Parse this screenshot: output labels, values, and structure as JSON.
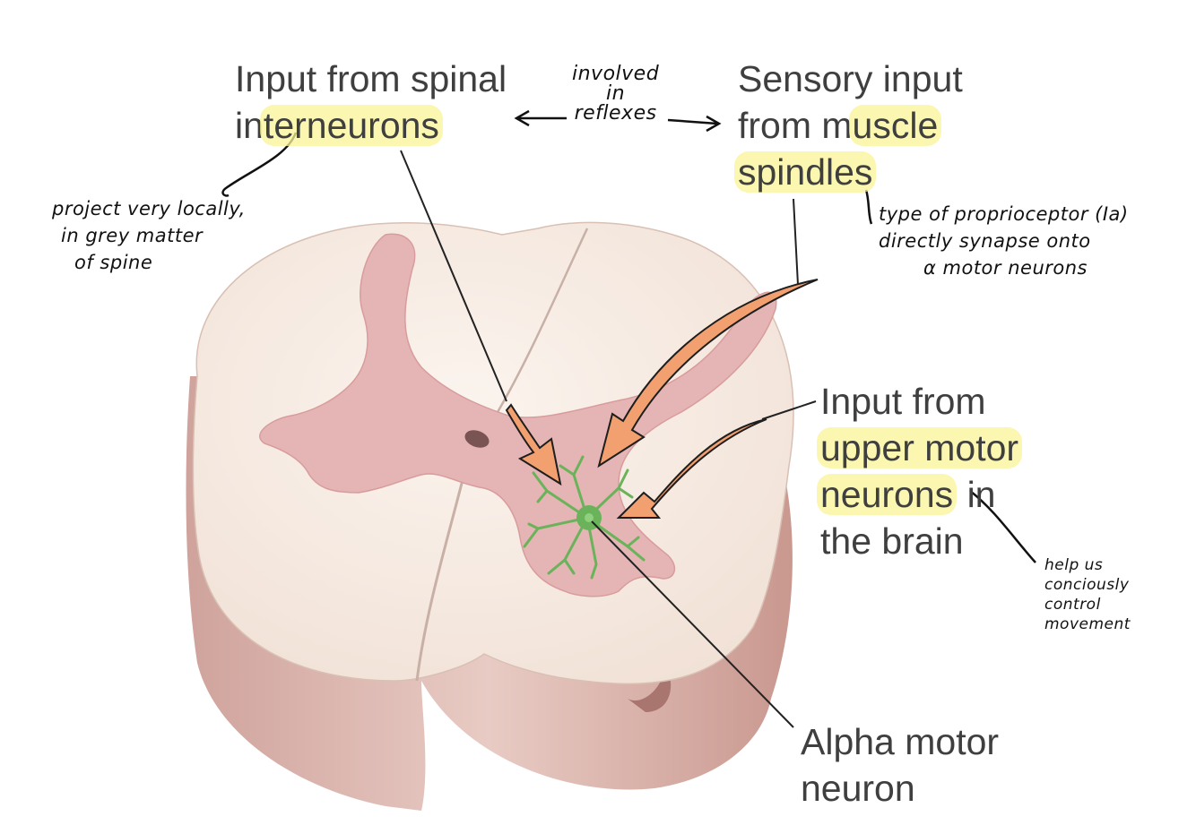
{
  "labels": {
    "interneurons": {
      "line1": "Input from spinal",
      "line2_pre": "in",
      "line2_hl": "terneurons",
      "line2_post": ""
    },
    "spindles": {
      "line1": "Sensory input",
      "line2_pre": "from m",
      "line2_hl": "uscle",
      "line3_hl": "spindles"
    },
    "upper_motor": {
      "line1": "Input from",
      "line2_hl": "upper motor",
      "line3_hl": "neurons",
      "line3_post": " in",
      "line4": "the brain"
    },
    "alpha": {
      "line1": "Alpha motor",
      "line2": "neuron"
    }
  },
  "notes": {
    "reflexes": {
      "line1": "involved",
      "line2": "in",
      "line3": "reflexes"
    },
    "interneuron_note": {
      "line1": "project very locally,",
      "line2": "in grey matter",
      "line3": "of spine"
    },
    "spindle_note": {
      "line1": "type of proprioceptor (Ia)",
      "line2": "directly synapse onto",
      "line3": "α motor neurons"
    },
    "upper_note": {
      "line1": "help us",
      "line2": "conciously",
      "line3": "control",
      "line4": "movement"
    }
  },
  "colors": {
    "white_matter": "#f6eae3",
    "grey_matter": "#e5b4b4",
    "side_wall": "#d9b3ad",
    "arrow": "#f2a070",
    "neuron": "#6ab35a",
    "highlight": "#faf496"
  }
}
